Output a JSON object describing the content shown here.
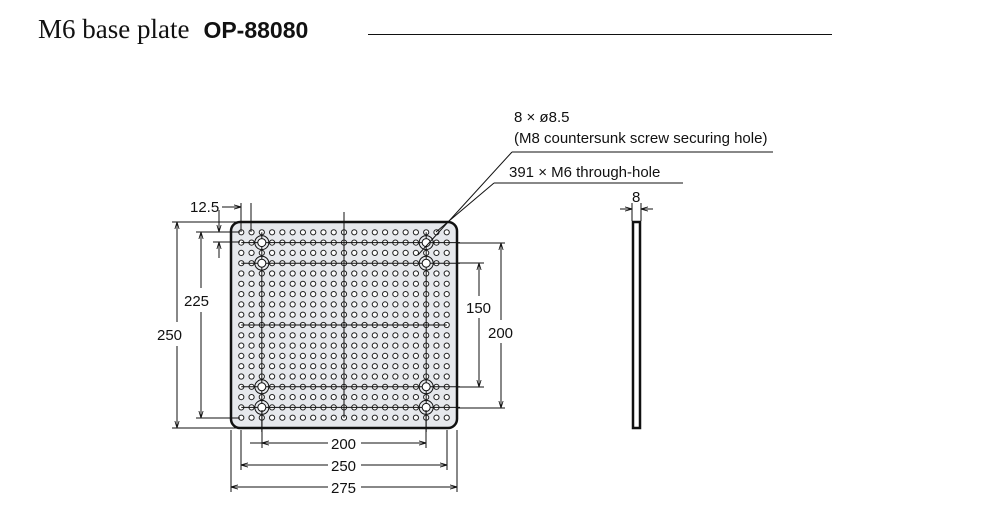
{
  "title": {
    "name": "M6 base plate",
    "model": "OP-88080"
  },
  "callouts": {
    "securing_holes_count": "8 × ø8.5",
    "securing_holes_desc": "(M8 countersunk screw securing hole)",
    "through_holes": "391 × M6 through-hole"
  },
  "dimensions": {
    "pitch_offset": "12.5",
    "overall_height": "250",
    "hole_span_height": "225",
    "inner_vertical": "150",
    "outer_vertical": "200",
    "inner_horizontal": "200",
    "hole_span_width": "250",
    "overall_width": "275",
    "thickness": "8"
  },
  "plate": {
    "width_mm": 275,
    "height_mm": 250,
    "hole_pitch_mm": 12.5,
    "columns": 21,
    "rows": 19,
    "securing_hole_x_mm": [
      37.5,
      237.5
    ],
    "securing_hole_y_mm": [
      25,
      50,
      200,
      225
    ],
    "fill_color": "#e6e8ec",
    "outline_color": "#111111"
  }
}
